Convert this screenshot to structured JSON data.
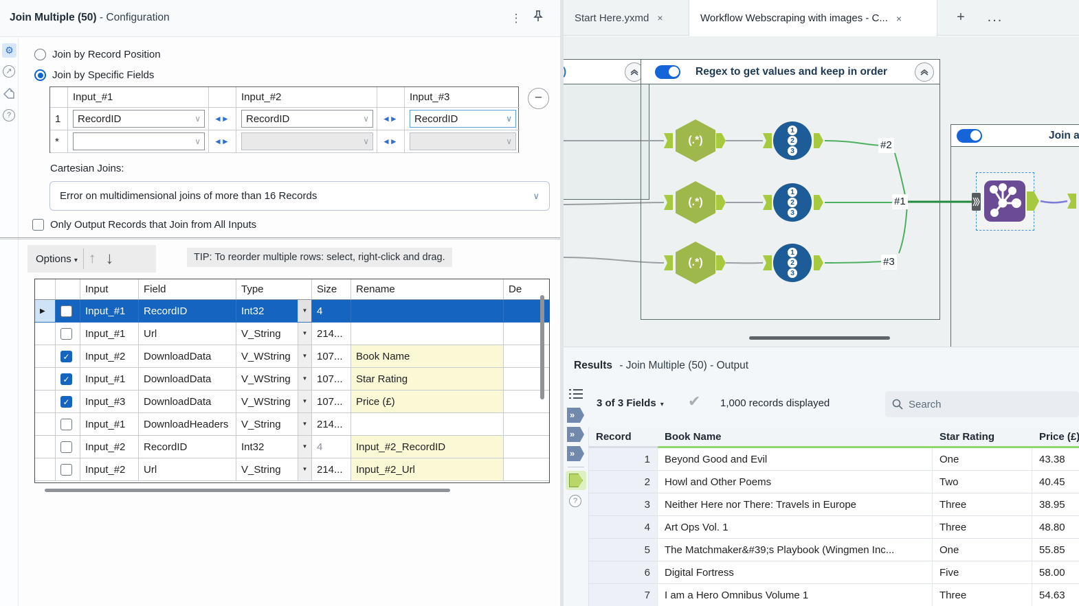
{
  "config": {
    "title": "Join Multiple (50)",
    "subtitle": "- Configuration",
    "radio1": "Join by Record Position",
    "radio2": "Join by Specific Fields",
    "join_table": {
      "headers": [
        "Input_#1",
        "Input_#2",
        "Input_#3"
      ],
      "row_label": "1",
      "star": "*",
      "values": [
        "RecordID",
        "RecordID",
        "RecordID"
      ]
    },
    "cartesian_label": "Cartesian Joins:",
    "cartesian_value": "Error on multidimensional joins of more than 16 Records",
    "only_output_label": "Only Output Records that Join from All Inputs",
    "options_label": "Options",
    "tip": "TIP: To reorder multiple rows: select, right-click and drag.",
    "grid": {
      "headers": {
        "input": "Input",
        "field": "Field",
        "type": "Type",
        "size": "Size",
        "rename": "Rename",
        "desc": "De"
      },
      "rows": [
        {
          "checked": false,
          "selected": true,
          "input": "Input_#1",
          "field": "RecordID",
          "type": "Int32",
          "size": "4",
          "rename": ""
        },
        {
          "checked": false,
          "selected": false,
          "input": "Input_#1",
          "field": "Url",
          "type": "V_String",
          "size": "214...",
          "rename": ""
        },
        {
          "checked": true,
          "selected": false,
          "input": "Input_#2",
          "field": "DownloadData",
          "type": "V_WString",
          "size": "107...",
          "rename": "Book Name"
        },
        {
          "checked": true,
          "selected": false,
          "input": "Input_#1",
          "field": "DownloadData",
          "type": "V_WString",
          "size": "107...",
          "rename": "Star Rating"
        },
        {
          "checked": true,
          "selected": false,
          "input": "Input_#3",
          "field": "DownloadData",
          "type": "V_WString",
          "size": "107...",
          "rename": "Price (£)"
        },
        {
          "checked": false,
          "selected": false,
          "input": "Input_#1",
          "field": "DownloadHeaders",
          "type": "V_String",
          "size": "214...",
          "rename": ""
        },
        {
          "checked": false,
          "selected": false,
          "input": "Input_#2",
          "field": "RecordID",
          "type": "Int32",
          "size": "4",
          "rename": "Input_#2_RecordID"
        },
        {
          "checked": false,
          "selected": false,
          "input": "Input_#2",
          "field": "Url",
          "type": "V_String",
          "size": "214...",
          "rename": "Input_#2_Url"
        }
      ]
    }
  },
  "tabs": {
    "tab1": "Start Here.yxmd",
    "tab2": "Workflow Webscraping with images - C...",
    "close": "×",
    "add": "+",
    "more": "..."
  },
  "canvas": {
    "container_left_fragment": ")",
    "regex_container_title": "Regex to get values and keep in order",
    "join_container_title": "Join a",
    "regex_glyph": "(.*)",
    "recordid_digits": [
      "1",
      "2",
      "3"
    ],
    "wire_labels": {
      "l1": "#1",
      "l2": "#2",
      "l3": "#3"
    }
  },
  "results": {
    "title": "Results",
    "subtitle": "- Join Multiple (50) - Output",
    "fields_summary": "3 of 3 Fields",
    "records_summary": "1,000 records displayed",
    "search_placeholder": "Search",
    "table": {
      "headers": {
        "record": "Record",
        "book": "Book Name",
        "star": "Star Rating",
        "price": "Price (£)"
      },
      "rows": [
        {
          "record": "1",
          "book": "Beyond Good and Evil",
          "star": "One",
          "price": "43.38"
        },
        {
          "record": "2",
          "book": "Howl and Other Poems",
          "star": "Two",
          "price": "40.45"
        },
        {
          "record": "3",
          "book": "Neither Here nor There: Travels in Europe",
          "star": "Three",
          "price": "38.95"
        },
        {
          "record": "4",
          "book": "Art Ops Vol. 1",
          "star": "Three",
          "price": "48.80"
        },
        {
          "record": "5",
          "book": "The Matchmaker&#39;s Playbook (Wingmen Inc...",
          "star": "One",
          "price": "55.85"
        },
        {
          "record": "6",
          "book": "Digital Fortress",
          "star": "Five",
          "price": "58.00"
        },
        {
          "record": "7",
          "book": "I am a Hero Omnibus Volume 1",
          "star": "Three",
          "price": "54.63"
        }
      ]
    }
  }
}
